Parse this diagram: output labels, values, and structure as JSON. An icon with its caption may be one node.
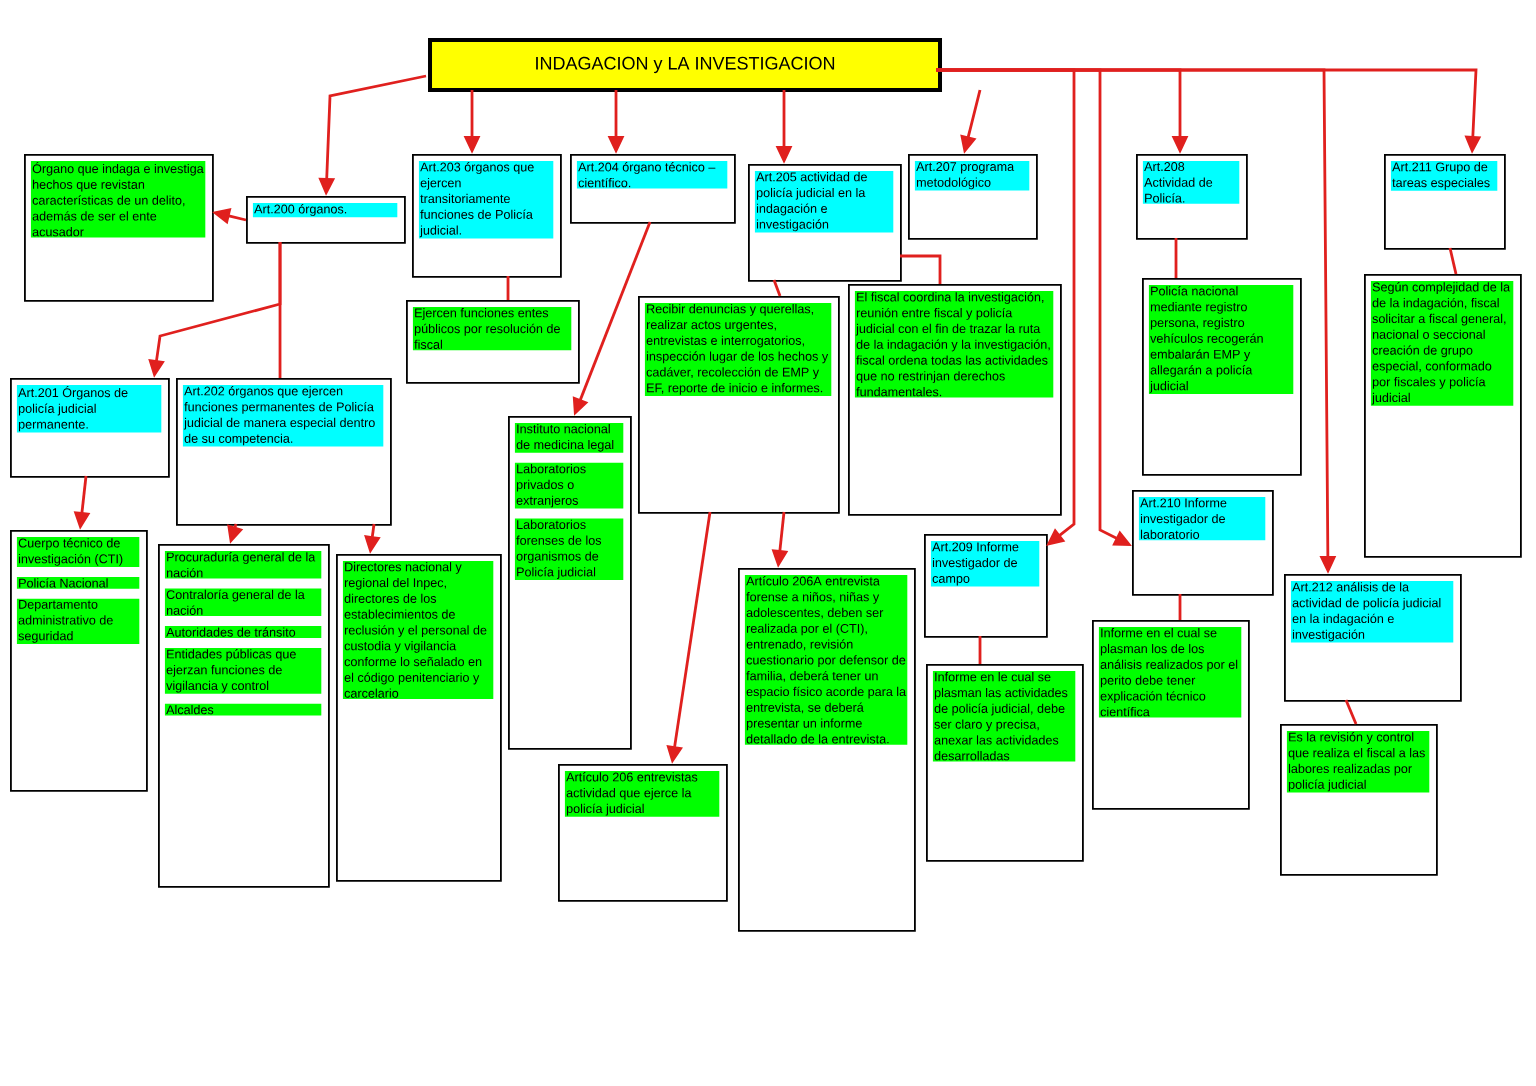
{
  "diagram": {
    "nodes": [
      {
        "text": [
          "INDAGACION y LA INVESTIGACION"
        ]
      },
      {
        "text": [
          "Art.200 órganos."
        ]
      },
      {
        "text": [
          "Órgano que indaga e investiga hechos que revistan características de un delito, además de ser el ente acusador"
        ]
      },
      {
        "text": [
          "Art.201 Órganos de policía judicial permanente."
        ]
      },
      {
        "text": [
          "Art.202 órganos que ejercen funciones permanentes de Policía judicial de manera especial dentro de su competencia."
        ]
      },
      {
        "text": [
          "Cuerpo técnico de investigación (CTI)",
          "Policía Nacional",
          "Departamento administrativo de seguridad"
        ]
      },
      {
        "text": [
          "Procuraduría general de la nación",
          "Contraloría general de la nación",
          "Autoridades de tránsito",
          "Entidades públicas que ejerzan funciones de vigilancia y control",
          "Alcaldes"
        ]
      },
      {
        "text": [
          "Directores nacional y regional del Inpec, directores de los establecimientos de reclusión y el personal de custodia y vigilancia conforme lo señalado en el código penitenciario y carcelario"
        ]
      },
      {
        "text": [
          "Art.203 órganos que ejercen transitoriamente funciones de Policía judicial."
        ]
      },
      {
        "text": [
          "Ejercen funciones entes públicos por resolución de fiscal"
        ]
      },
      {
        "text": [
          "Art.204 órgano técnico – científico."
        ]
      },
      {
        "text": [
          "Instituto nacional de medicina legal",
          "Laboratorios privados o extranjeros",
          "Laboratorios forenses de los organismos de Policía judicial"
        ]
      },
      {
        "text": [
          "Art.205 actividad de policía judicial en la indagación e investigación"
        ]
      },
      {
        "text": [
          "Recibir denuncias y querellas, realizar actos urgentes, entrevistas e interrogatorios, inspección lugar de los hechos y cadáver, recolección de EMP y EF, reporte de inicio e informes."
        ]
      },
      {
        "text": [
          "Artículo 206 entrevistas actividad que ejerce la policía judicial"
        ]
      },
      {
        "text": [
          "Artículo 206A entrevista forense a niños, niñas y adolescentes, deben ser realizada por el (CTI), entrenado, revisión cuestionario por defensor de familia, deberá tener un espacio físico acorde para la entrevista, se deberá presentar un informe detallado de la entrevista."
        ]
      },
      {
        "text": [
          "El fiscal coordina la investigación, reunión entre fiscal y policía judicial con el fin de trazar la ruta de la indagación y la investigación, fiscal ordena todas las actividades que no restrinjan derechos fundamentales."
        ]
      },
      {
        "text": [
          "Art.207 programa metodológico"
        ]
      },
      {
        "text": [
          "Art.208 Actividad de Policía."
        ]
      },
      {
        "text": [
          "Policía nacional mediante registro persona, registro vehículos recogerán embalarán EMP y allegarán a policía judicial"
        ]
      },
      {
        "text": [
          "Art.211 Grupo de tareas especiales"
        ]
      },
      {
        "text": [
          "Según complejidad de la de la indagación, fiscal solicitar a fiscal general, nacional o seccional creación de grupo especial, conformado por fiscales y policía judicial"
        ]
      },
      {
        "text": [
          "Art.209 Informe investigador de campo"
        ]
      },
      {
        "text": [
          "Informe en le cual se plasman las actividades de policía judicial, debe ser claro y precisa, anexar las actividades desarrolladas"
        ]
      },
      {
        "text": [
          "Art.210 Informe investigador de laboratorio"
        ]
      },
      {
        "text": [
          "Informe en el cual se plasman los de los análisis realizados por el perito debe tener explicación técnico científica"
        ]
      },
      {
        "text": [
          "Art.212 análisis de la actividad de policía judicial en la indagación e investigación"
        ]
      },
      {
        "text": [
          "Es la revisión y control que realiza el fiscal a las labores realizadas por policía judicial"
        ]
      }
    ],
    "edges": [
      {
        "from": 0,
        "to": 1,
        "arrow": "to"
      },
      {
        "from": 0,
        "to": 8,
        "arrow": "to"
      },
      {
        "from": 0,
        "to": 10,
        "arrow": "to"
      },
      {
        "from": 0,
        "to": 12,
        "arrow": "to"
      },
      {
        "from": 0,
        "to": 17,
        "arrow": "to"
      },
      {
        "from": 0,
        "to": 22,
        "arrow": "to"
      },
      {
        "from": 0,
        "to": 24,
        "arrow": "to"
      },
      {
        "from": 0,
        "to": 18,
        "arrow": "to"
      },
      {
        "from": 0,
        "to": 26,
        "arrow": "to"
      },
      {
        "from": 0,
        "to": 20,
        "arrow": "to"
      },
      {
        "from": 1,
        "to": 2,
        "arrow": "to"
      },
      {
        "from": 1,
        "to": 3,
        "arrow": "to"
      },
      {
        "from": 1,
        "to": 4,
        "arrow": "none"
      },
      {
        "from": 3,
        "to": 5,
        "arrow": "to"
      },
      {
        "from": 4,
        "to": 6,
        "arrow": "to"
      },
      {
        "from": 4,
        "to": 7,
        "arrow": "to"
      },
      {
        "from": 8,
        "to": 9,
        "arrow": "none"
      },
      {
        "from": 10,
        "to": 11,
        "arrow": "to"
      },
      {
        "from": 12,
        "to": 13,
        "arrow": "none"
      },
      {
        "from": 13,
        "to": 14,
        "arrow": "to"
      },
      {
        "from": 13,
        "to": 15,
        "arrow": "to"
      },
      {
        "from": 12,
        "to": 16,
        "arrow": "none"
      },
      {
        "from": 18,
        "to": 19,
        "arrow": "none"
      },
      {
        "from": 20,
        "to": 21,
        "arrow": "none"
      },
      {
        "from": 22,
        "to": 23,
        "arrow": "none"
      },
      {
        "from": 24,
        "to": 25,
        "arrow": "none"
      },
      {
        "from": 26,
        "to": 27,
        "arrow": "none"
      }
    ]
  }
}
